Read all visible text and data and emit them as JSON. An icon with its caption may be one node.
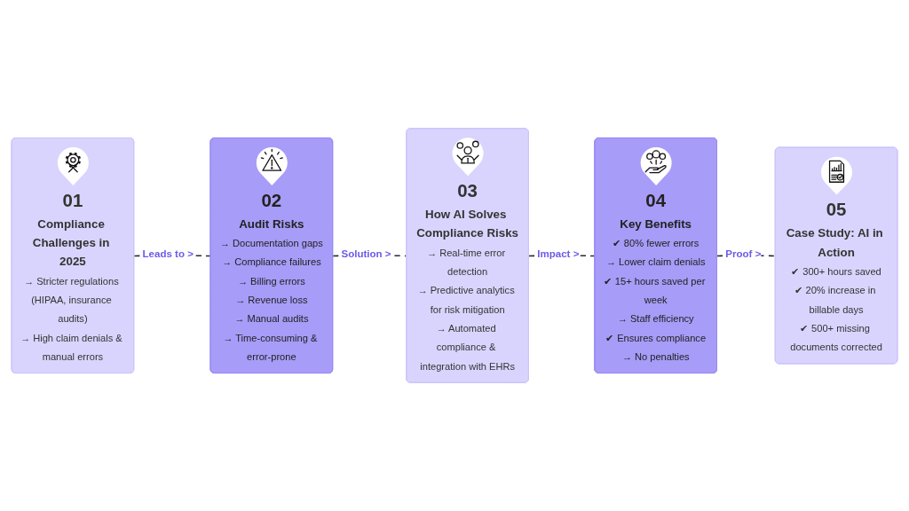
{
  "diagram": {
    "nodes": [
      {
        "text": [
          "01",
          "Compliance Challenges in 2025",
          "→ Stricter regulations (HIPAA, insurance audits)",
          "→ High claim denials & manual errors"
        ]
      },
      {
        "text": [
          "02",
          "Audit Risks",
          "→ Documentation gaps",
          "→ Compliance failures",
          "→ Billing errors",
          "→ Revenue loss",
          "→ Manual audits",
          "→ Time-consuming & error-prone"
        ]
      },
      {
        "text": [
          "03",
          "How AI Solves Compliance Risks",
          "→ Real-time error detection",
          "→ Predictive analytics for risk mitigation",
          "→ Automated compliance & integration with EHRs"
        ]
      },
      {
        "text": [
          "04",
          "Key Benefits",
          "✔ 80% fewer errors",
          "→ Lower claim denials",
          "✔ 15+ hours saved per week",
          "→ Staff efficiency",
          "✔ Ensures compliance",
          "→ No penalties"
        ]
      },
      {
        "text": [
          "05",
          "Case Study: AI in Action",
          "✔ 300+ hours saved",
          "✔ 20% increase in billable days",
          "✔ 500+ missing documents corrected"
        ]
      }
    ],
    "edges": [
      {
        "from": 0,
        "to": 1,
        "arrow": "none",
        "label": "Leads to >",
        "style": "dashed"
      },
      {
        "from": 1,
        "to": 2,
        "arrow": "none",
        "label": "Solution >",
        "style": "dashed"
      },
      {
        "from": 2,
        "to": 3,
        "arrow": "none",
        "label": "Impact >",
        "style": "dashed"
      },
      {
        "from": 3,
        "to": 4,
        "arrow": "none",
        "label": "Proof >",
        "style": "dashed"
      }
    ]
  }
}
